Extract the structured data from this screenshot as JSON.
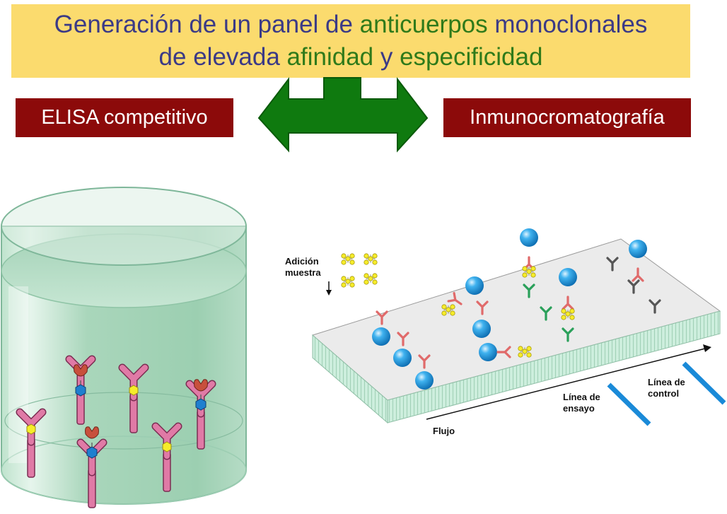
{
  "title": {
    "line1": {
      "p1": "Generación de un panel de ",
      "p2": "anticuerpos",
      "p3": " monoclonales"
    },
    "line2": {
      "p1": "de elevada ",
      "p2": "afinidad",
      "p3": " y ",
      "p4": "especificidad"
    }
  },
  "methods": {
    "left": "ELISA competitivo",
    "right": "Inmunocromatografía"
  },
  "strip": {
    "sample_label_1": "Adición",
    "sample_label_2": "muestra",
    "test_line_1": "Línea de",
    "test_line_2": "ensayo",
    "control_line_1": "Línea de",
    "control_line_2": "control",
    "flow_label": "Flujo"
  },
  "colors": {
    "banner": "#fbdb6e",
    "title_text": "#3b3a86",
    "title_highlight": "#2f7a1a",
    "method_box": "#8c0a0a",
    "arrow": "#0f7a0f",
    "antibody_pink": "#e07aa6",
    "antigen_yellow": "#f6ec2a",
    "hapten_blue": "#1f7fcf",
    "enzyme": "#c8503c",
    "bead_blue": "#1e9be0",
    "line_blue": "#1a8ad8"
  }
}
